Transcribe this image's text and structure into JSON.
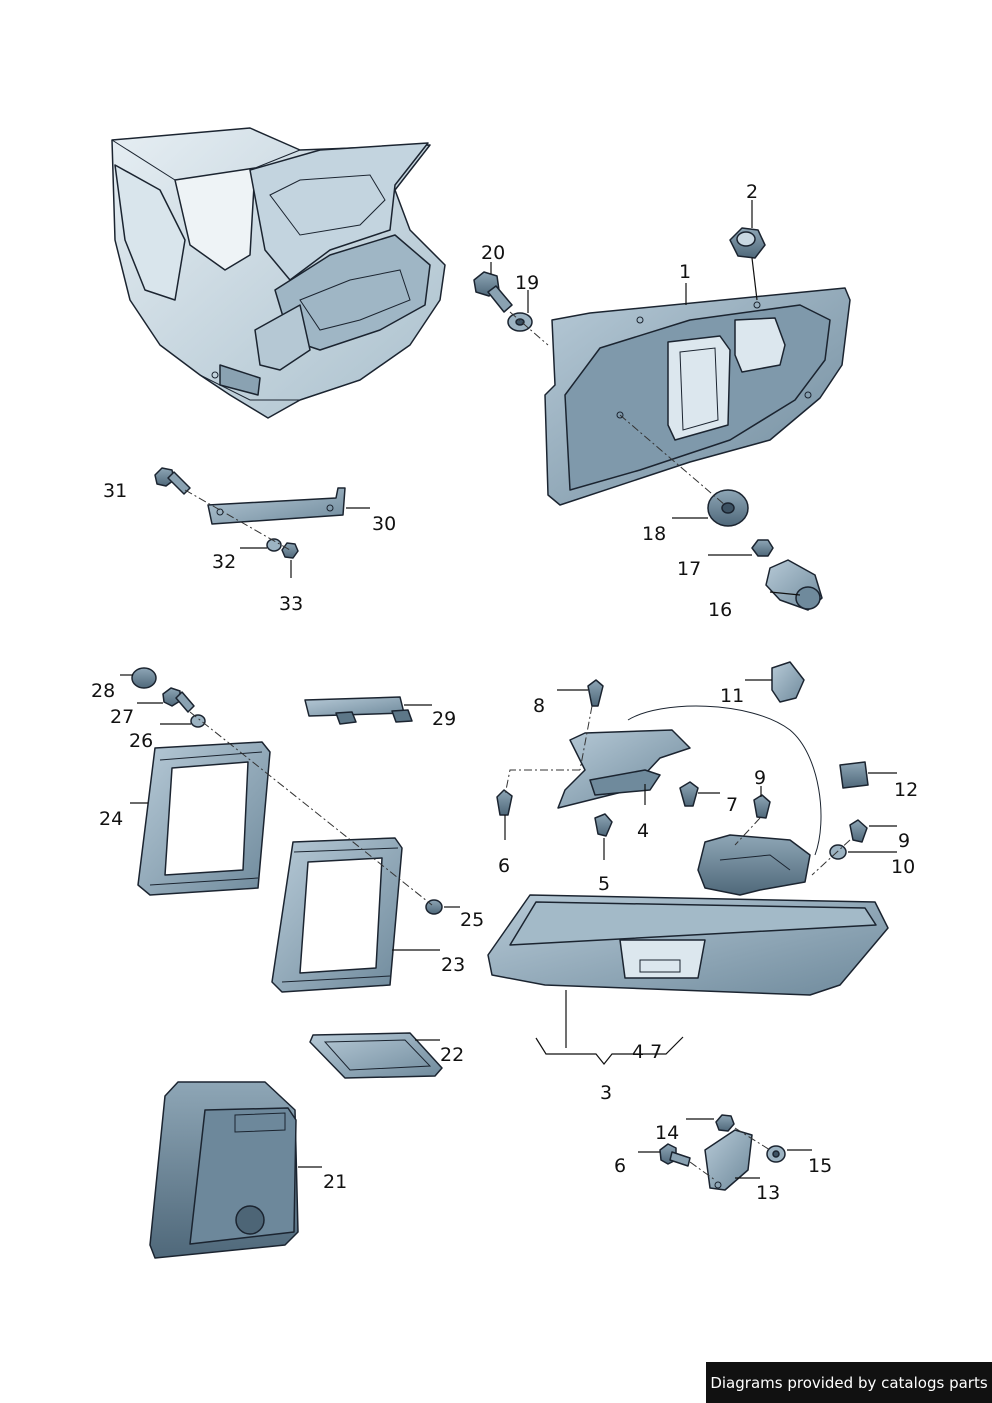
{
  "callouts": {
    "c1": "1",
    "c2": "2",
    "c3": "3",
    "c4": "4",
    "c5": "5",
    "c6a": "6",
    "c6b": "6",
    "c7": "7",
    "c8": "8",
    "c9a": "9",
    "c9b": "9",
    "c10": "10",
    "c11": "11",
    "c12": "12",
    "c13": "13",
    "c14": "14",
    "c15": "15",
    "c16": "16",
    "c17": "17",
    "c18": "18",
    "c19": "19",
    "c20": "20",
    "c21": "21",
    "c22": "22",
    "c23": "23",
    "c24": "24",
    "c25": "25",
    "c26": "26",
    "c27": "27",
    "c28": "28",
    "c29": "29",
    "c30": "30",
    "c31": "31",
    "c32": "32",
    "c33": "33",
    "c3_note": "4 7"
  },
  "footer": {
    "text": "Diagrams provided by catalogs parts"
  },
  "colors": {
    "part_fill": "#8fa7b8",
    "part_light": "#c9d8e2",
    "part_dark": "#5d7788",
    "line": "#1b2430"
  }
}
